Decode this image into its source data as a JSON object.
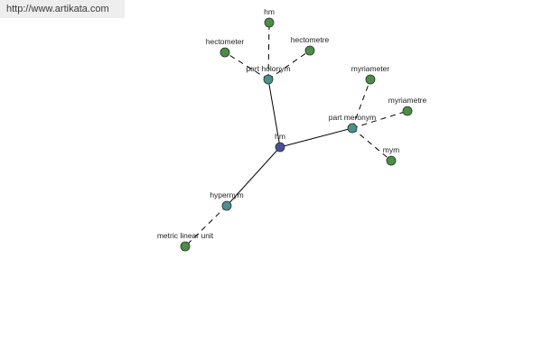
{
  "watermark": "http://www.artikata.com",
  "colors": {
    "center": "#4a4e9a",
    "relation": "#4e8e8e",
    "leaf": "#4f8b4a"
  },
  "nodes": [
    {
      "id": "hm",
      "label": "hm",
      "kind": "center"
    },
    {
      "id": "part-holonym",
      "label": "part holonym",
      "kind": "relation"
    },
    {
      "id": "part-meronym",
      "label": "part meronym",
      "kind": "relation"
    },
    {
      "id": "hypernym",
      "label": "hypernym",
      "kind": "relation"
    },
    {
      "id": "hm-top",
      "label": "hm",
      "kind": "leaf"
    },
    {
      "id": "hectometer",
      "label": "hectometer",
      "kind": "leaf"
    },
    {
      "id": "hectometre",
      "label": "hectometre",
      "kind": "leaf"
    },
    {
      "id": "myriameter",
      "label": "myriameter",
      "kind": "leaf"
    },
    {
      "id": "myriametre",
      "label": "myriametre",
      "kind": "leaf"
    },
    {
      "id": "mym",
      "label": "mym",
      "kind": "leaf"
    },
    {
      "id": "metric-linear-unit",
      "label": "metric linear unit",
      "kind": "leaf"
    }
  ],
  "edges": [
    {
      "from": "hm",
      "to": "part-holonym",
      "style": "solid"
    },
    {
      "from": "hm",
      "to": "part-meronym",
      "style": "solid"
    },
    {
      "from": "hm",
      "to": "hypernym",
      "style": "solid"
    },
    {
      "from": "part-holonym",
      "to": "hm-top",
      "style": "dashed"
    },
    {
      "from": "part-holonym",
      "to": "hectometer",
      "style": "dashed"
    },
    {
      "from": "part-holonym",
      "to": "hectometre",
      "style": "dashed"
    },
    {
      "from": "part-meronym",
      "to": "myriameter",
      "style": "dashed"
    },
    {
      "from": "part-meronym",
      "to": "myriametre",
      "style": "dashed"
    },
    {
      "from": "part-meronym",
      "to": "mym",
      "style": "dashed"
    },
    {
      "from": "hypernym",
      "to": "metric-linear-unit",
      "style": "dashed"
    }
  ]
}
